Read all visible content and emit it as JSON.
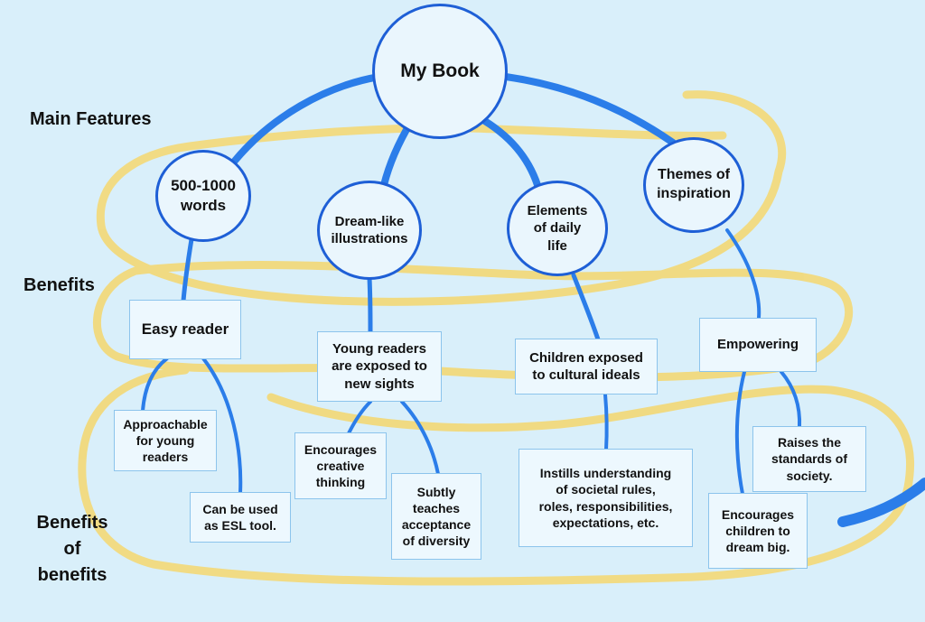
{
  "labels": {
    "main_features": "Main Features",
    "benefits": "Benefits",
    "benefits_of_benefits": "Benefits\nof\nbenefits"
  },
  "root": "My Book",
  "features": {
    "words": "500-1000\nwords",
    "illustrations": "Dream-like\nillustrations",
    "daily_life": "Elements\nof daily\nlife",
    "inspiration": "Themes of\ninspiration"
  },
  "benefits": {
    "easy_reader": "Easy reader",
    "young_readers": "Young readers\nare exposed to\nnew sights",
    "cultural": "Children exposed\nto cultural ideals",
    "empowering": "Empowering"
  },
  "sub_benefits": {
    "approachable": "Approachable\nfor young\nreaders",
    "esl": "Can be used\nas ESL tool.",
    "creative": "Encourages\ncreative\nthinking",
    "diversity": "Subtly\nteaches\nacceptance\nof diversity",
    "societal": "Instills understanding\nof societal rules,\nroles, responsibilities,\nexpectations, etc.",
    "standards": "Raises the\nstandards of\nsociety.",
    "dream_big": "Encourages\nchildren to\ndream big."
  },
  "colors": {
    "background": "#d9effa",
    "connector": "#2b7de9",
    "circle_border": "#1e5fd6",
    "highlight": "#f5d76e"
  }
}
